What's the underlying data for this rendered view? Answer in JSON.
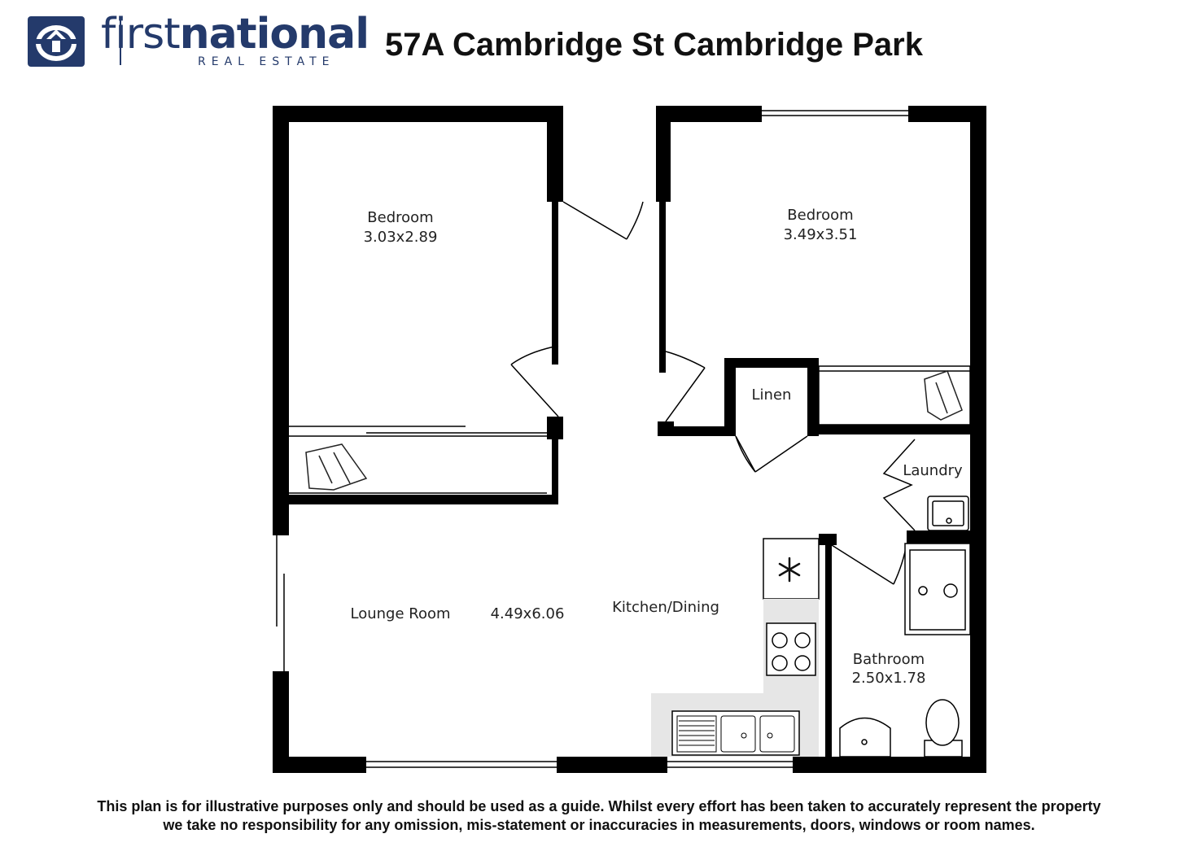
{
  "header": {
    "brand_light": "first",
    "brand_bold": "national",
    "brand_sub": "REAL ESTATE",
    "title": "57A Cambridge St Cambridge Park"
  },
  "rooms": {
    "bedroom1_name": "Bedroom",
    "bedroom1_size": "3.03x2.89",
    "bedroom2_name": "Bedroom",
    "bedroom2_size": "3.49x3.51",
    "linen": "Linen",
    "laundry": "Laundry",
    "lounge_name": "Lounge Room",
    "lounge_size": "4.49x6.06",
    "kitchen": "Kitchen/Dining",
    "bathroom_name": "Bathroom",
    "bathroom_size": "2.50x1.78"
  },
  "disclaimer": {
    "line1": "This plan is for illustrative purposes only and should be used as a guide. Whilst every effort has been taken to accurately represent the property",
    "line2": "we take no responsibility for any omission, mis-statement or inaccuracies in measurements, doors, windows or room names."
  },
  "colors": {
    "brand": "#243a6b",
    "wall": "#000000",
    "kitchen_bench": "#e6e6e6"
  }
}
